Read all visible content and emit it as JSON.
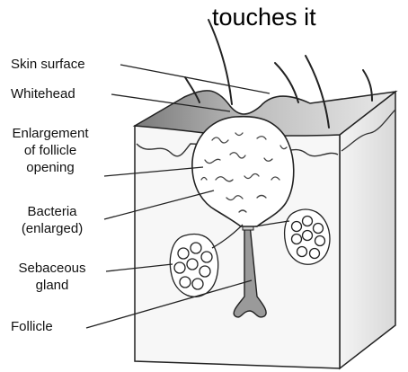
{
  "caption": "touches it",
  "labels": {
    "skin_surface": "Skin surface",
    "whitehead": "Whitehead",
    "enlargement_line1": "Enlargement",
    "enlargement_line2": "of follicle",
    "enlargement_line3": "opening",
    "bacteria_line1": "Bacteria",
    "bacteria_line2": "(enlarged)",
    "sebaceous_line1": "Sebaceous",
    "sebaceous_line2": "gland",
    "follicle": "Follicle"
  }
}
